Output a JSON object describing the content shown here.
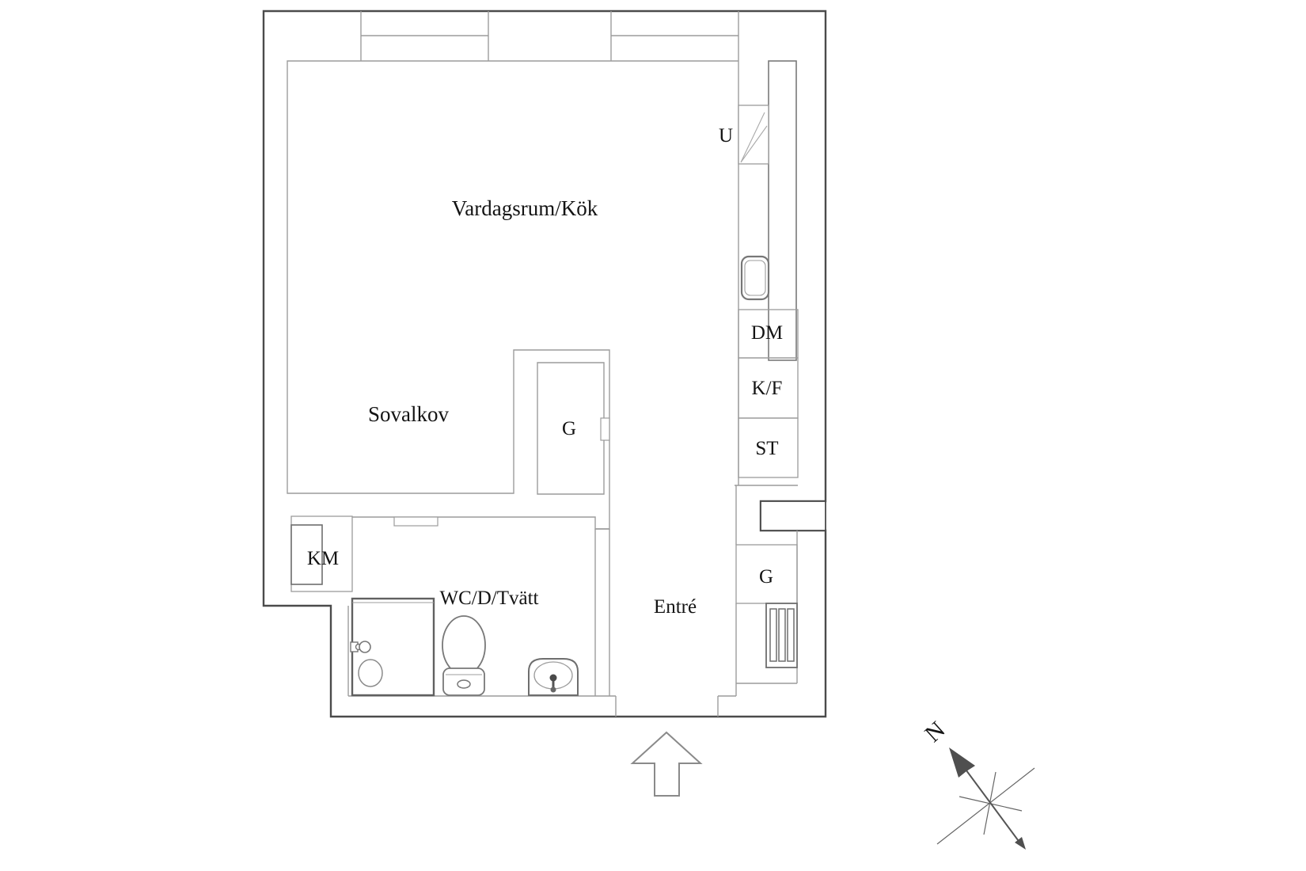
{
  "type": "apartment-floor-plan",
  "labels": {
    "living_kitchen": "Vardagsrum/Kök",
    "sleeping_alcove": "Sovalkov",
    "bathroom": "WC/D/Tvätt",
    "entrance": "Entré",
    "oven_unit": "U",
    "dishwasher": "DM",
    "fridge_freezer": "K/F",
    "tall_cabinet": "ST",
    "washing_machine": "KM",
    "closet_main": "G",
    "closet_hall": "G",
    "compass_north": "N"
  },
  "colors": {
    "background": "#ffffff",
    "wall_dark": "#4b4b4b",
    "line_light": "#9c9c9c",
    "line_medium": "#6e6e6e",
    "text": "#141414"
  }
}
